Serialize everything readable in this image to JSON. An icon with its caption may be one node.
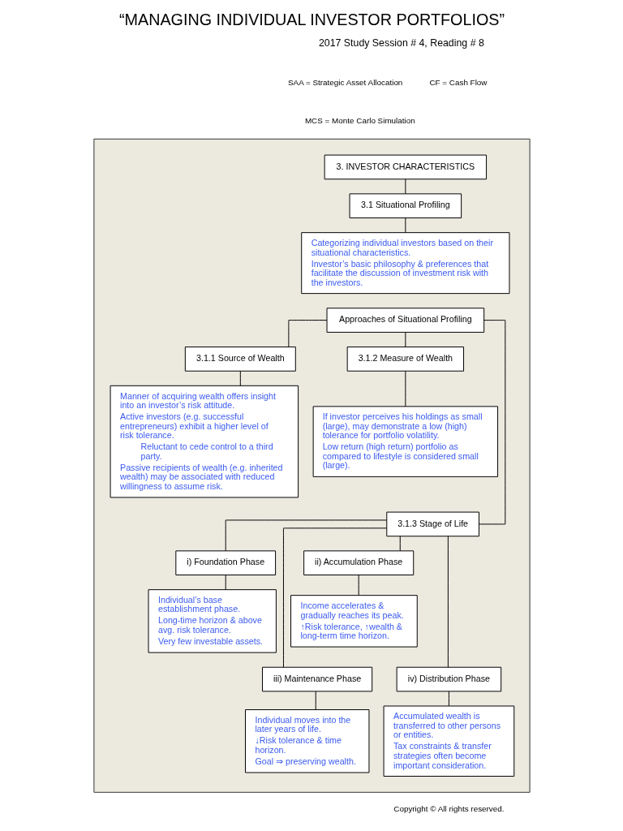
{
  "diagram": {
    "title": "“MANAGING INDIVIDUAL INVESTOR PORTFOLIOS”",
    "nodes": [
      {
        "text": [],
        "shape": "box"
      },
      {
        "text": [
          "3. INVESTOR CHARACTERISTICS"
        ],
        "in": 0
      },
      {
        "text": [
          "3.1 Situational Profiling"
        ],
        "in": 0
      },
      {
        "text": [
          "Categorizing individual investors based on their situational characteristics.",
          "Investor’s basic philosophy & preferences that facilitate the discussion of investment risk with the investors."
        ],
        "in": 0
      },
      {
        "text": [
          "Approaches of Situational Profiling"
        ],
        "in": 0
      },
      {
        "text": [
          "3.1.1 Source of Wealth"
        ],
        "in": 0
      },
      {
        "text": [
          "3.1.2 Measure of Wealth"
        ],
        "in": 0
      },
      {
        "text": [
          "Manner of acquiring wealth offers insight into an investor’s risk attitude.",
          "Active investors (e.g. successful entrepreneurs) exhibit a higher level of risk tolerance.",
          "Reluctant to cede control to a third party.",
          "Passive recipients of wealth (e.g. inherited wealth) may be associated with reduced willingness to assume risk."
        ],
        "in": 0
      },
      {
        "text": [
          "If investor perceives his holdings as small (large), may demonstrate a low (high) tolerance for portfolio volatility.",
          "Low return (high return) portfolio as compared to lifestyle is considered small (large)."
        ],
        "in": 0
      },
      {
        "text": [
          "3.1.3 Stage of Life"
        ],
        "in": 0
      },
      {
        "text": [
          "i) Foundation Phase"
        ],
        "in": 0
      },
      {
        "text": [
          "ii) Accumulation Phase"
        ],
        "in": 0
      },
      {
        "text": [
          "Individual’s base establishment phase.",
          "Long-time horizon & above avg. risk tolerance.",
          "Very few investable assets."
        ],
        "in": 0
      },
      {
        "text": [
          "Income accelerates & gradually reaches its peak.",
          "↑Risk tolerance, ↑wealth & long-term time horizon."
        ],
        "in": 0
      },
      {
        "text": [
          "iii) Maintenance Phase"
        ],
        "in": 0
      },
      {
        "text": [
          "iv) Distribution Phase"
        ],
        "in": 0
      },
      {
        "text": [
          "Individual moves into the later years of life.",
          "↓Risk tolerance & time horizon.",
          "Goal ⇒ preserving wealth."
        ],
        "in": 0
      },
      {
        "text": [
          "Accumulated wealth is transferred to other persons or entities.",
          "Tax constraints & transfer strategies often become important consideration."
        ],
        "in": 0
      }
    ],
    "edges": [
      {
        "from": 1,
        "to": 2,
        "arrow": "none"
      },
      {
        "from": 2,
        "to": 3,
        "arrow": "none"
      },
      {
        "from": 4,
        "to": 5,
        "arrow": "none"
      },
      {
        "from": 4,
        "to": 6,
        "arrow": "none"
      },
      {
        "from": 5,
        "to": 7,
        "arrow": "none"
      },
      {
        "from": 6,
        "to": 8,
        "arrow": "none"
      },
      {
        "from": 4,
        "to": 9,
        "arrow": "none"
      },
      {
        "from": 9,
        "to": 10,
        "arrow": "none"
      },
      {
        "from": 9,
        "to": 11,
        "arrow": "none"
      },
      {
        "from": 10,
        "to": 12,
        "arrow": "none"
      },
      {
        "from": 11,
        "to": 13,
        "arrow": "none"
      },
      {
        "from": 9,
        "to": 14,
        "arrow": "none"
      },
      {
        "from": 9,
        "to": 15,
        "arrow": "none"
      },
      {
        "from": 14,
        "to": 16,
        "arrow": "none"
      },
      {
        "from": 15,
        "to": 17,
        "arrow": "none"
      }
    ],
    "labels": [
      "2017 Study Session # 4, Reading # 8",
      "SAA = Strategic Asset Allocation",
      "MCS = Monte Carlo Simulation",
      "CF = Cash Flow",
      "Copyright © All rights reserved."
    ]
  }
}
